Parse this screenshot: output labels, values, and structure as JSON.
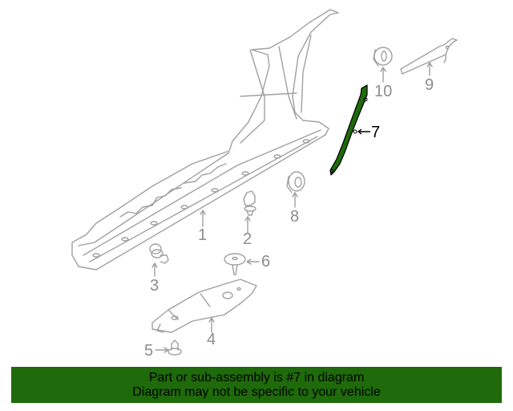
{
  "diagram": {
    "highlight_color": "#1f6a0a",
    "line_color": "#9a9a9a",
    "highlighted_part": "7",
    "callouts": [
      {
        "id": "1",
        "label": "1"
      },
      {
        "id": "2",
        "label": "2"
      },
      {
        "id": "3",
        "label": "3"
      },
      {
        "id": "4",
        "label": "4"
      },
      {
        "id": "5",
        "label": "5"
      },
      {
        "id": "6",
        "label": "6"
      },
      {
        "id": "7",
        "label": "7"
      },
      {
        "id": "8",
        "label": "8"
      },
      {
        "id": "9",
        "label": "9"
      },
      {
        "id": "10",
        "label": "10"
      }
    ]
  },
  "banner": {
    "line1": "Part or sub-assembly is #7 in diagram",
    "line2": "Diagram may not be specific to your vehicle",
    "background": "#1f6a0a"
  }
}
